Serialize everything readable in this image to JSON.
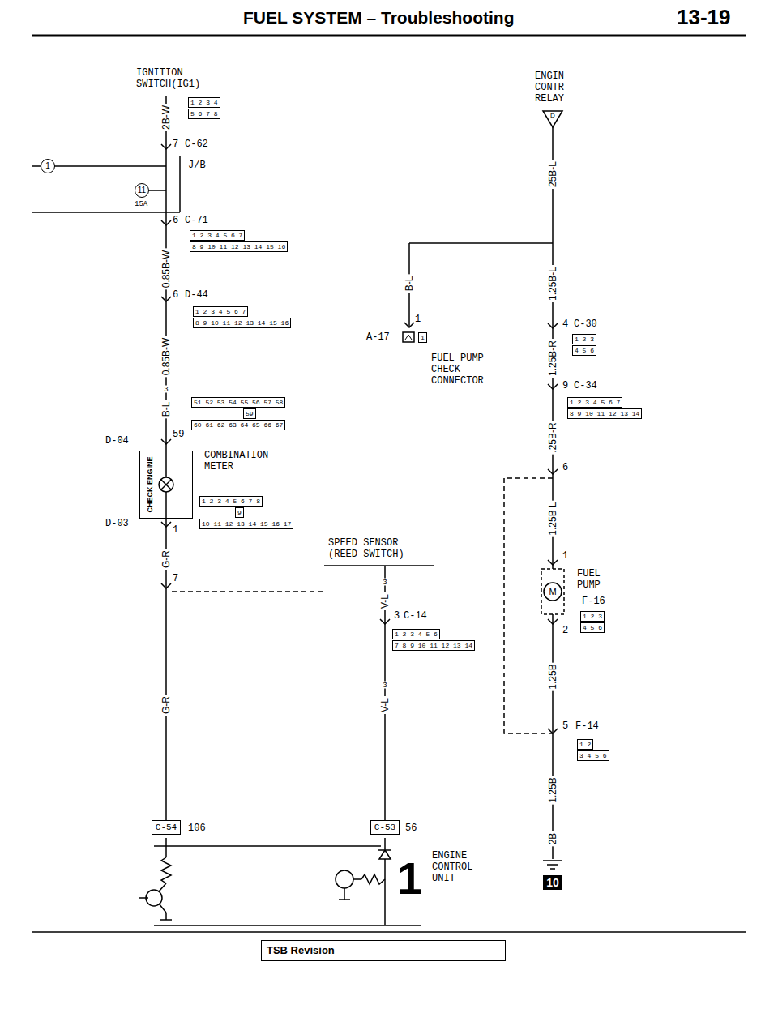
{
  "diagram": {
    "title": "FUEL SYSTEM – Troubleshooting",
    "nodes": [
      {
        "text": [
          "CHECK ENGINE"
        ]
      },
      {
        "text": [
          "C-54"
        ]
      },
      {
        "text": [
          "C-53"
        ]
      },
      {
        "text": [
          "10"
        ]
      },
      {
        "text": [
          "TSB Revision"
        ]
      }
    ],
    "edges": [
      {
        "from": 0,
        "to": 1,
        "arrow": "none"
      }
    ],
    "labels": [
      "13-19",
      "IGNITION SWITCH(IG1)",
      "2B-W",
      "1 2 3 4",
      "5 6 7 8",
      "7",
      "C-62",
      "1",
      "J/B",
      "11",
      "15A",
      "6",
      "C-71",
      "1 2 3 4 5 6 7",
      "8 9 10 11 12 13 14 15 16",
      "0.85B-W",
      "6",
      "D-44",
      "1 2 3 4 5 6 7",
      "8 9 10 11 12 13 14 15 16",
      "0.85B-W",
      "3",
      "B-L",
      "51 52 53 54 55 56 57 58",
      "59",
      "60 61 62 63 64 65 66 67",
      "D-04",
      "59",
      "COMBINATION METER",
      "D-03",
      "1",
      "1 2 3 4 5 6 7 8",
      "9",
      "10 11 12 13 14 15 16 17",
      "G-R",
      "7",
      "G-R",
      "106",
      "B-L",
      "1",
      "A-17",
      "1",
      "FUEL PUMP CHECK CONNECTOR",
      "SPEED SENSOR (REED SWITCH)",
      "3",
      "V-L",
      "3",
      "C-14",
      "1 2 3 4 5 6",
      "7 8 9 10 11 12 13 14",
      "3",
      "V-L",
      "56",
      "ENGINE CONTROL UNIT",
      "1",
      "ENGIN CONTR RELAY",
      "D",
      "25B-L",
      "1.25B-L",
      "4",
      "C-30",
      "1 2 3",
      "4 5 6",
      "1.25B-R",
      "9",
      "C-34",
      "1 2 3 4 5 6 7",
      "8 9 10 11 12 13 14",
      ".25B-R",
      "6",
      "1.25B L",
      "1",
      "FUEL PUMP",
      "F-16",
      "1 2 3",
      "4 5 6",
      "2",
      "1.25B",
      "5",
      "F-14",
      "1 2",
      "3 4 5 6",
      "1.25B",
      "2B",
      "M"
    ]
  }
}
